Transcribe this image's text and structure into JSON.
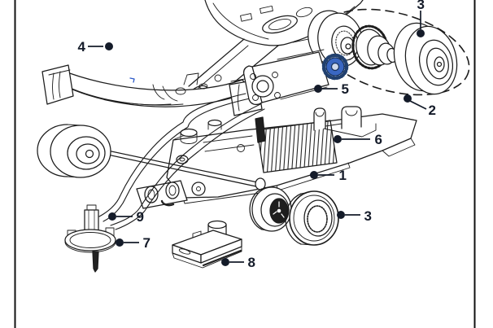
{
  "diagram": {
    "type": "exploded-parts-diagram",
    "subject": "formula-one-slot-car",
    "callouts": [
      {
        "label": "4"
      },
      {
        "label": "3"
      },
      {
        "label": "5"
      },
      {
        "label": "2"
      },
      {
        "label": "6"
      },
      {
        "label": "1"
      },
      {
        "label": "3"
      },
      {
        "label": "9"
      },
      {
        "label": "7"
      },
      {
        "label": "8"
      }
    ],
    "colors": {
      "background": "#ffffff",
      "line": "#1c1c1c",
      "label_text": "#141b29",
      "pinion_blue": "#2f5fba",
      "hub_dark": "#1e1e1e",
      "rule": "#111111"
    }
  }
}
